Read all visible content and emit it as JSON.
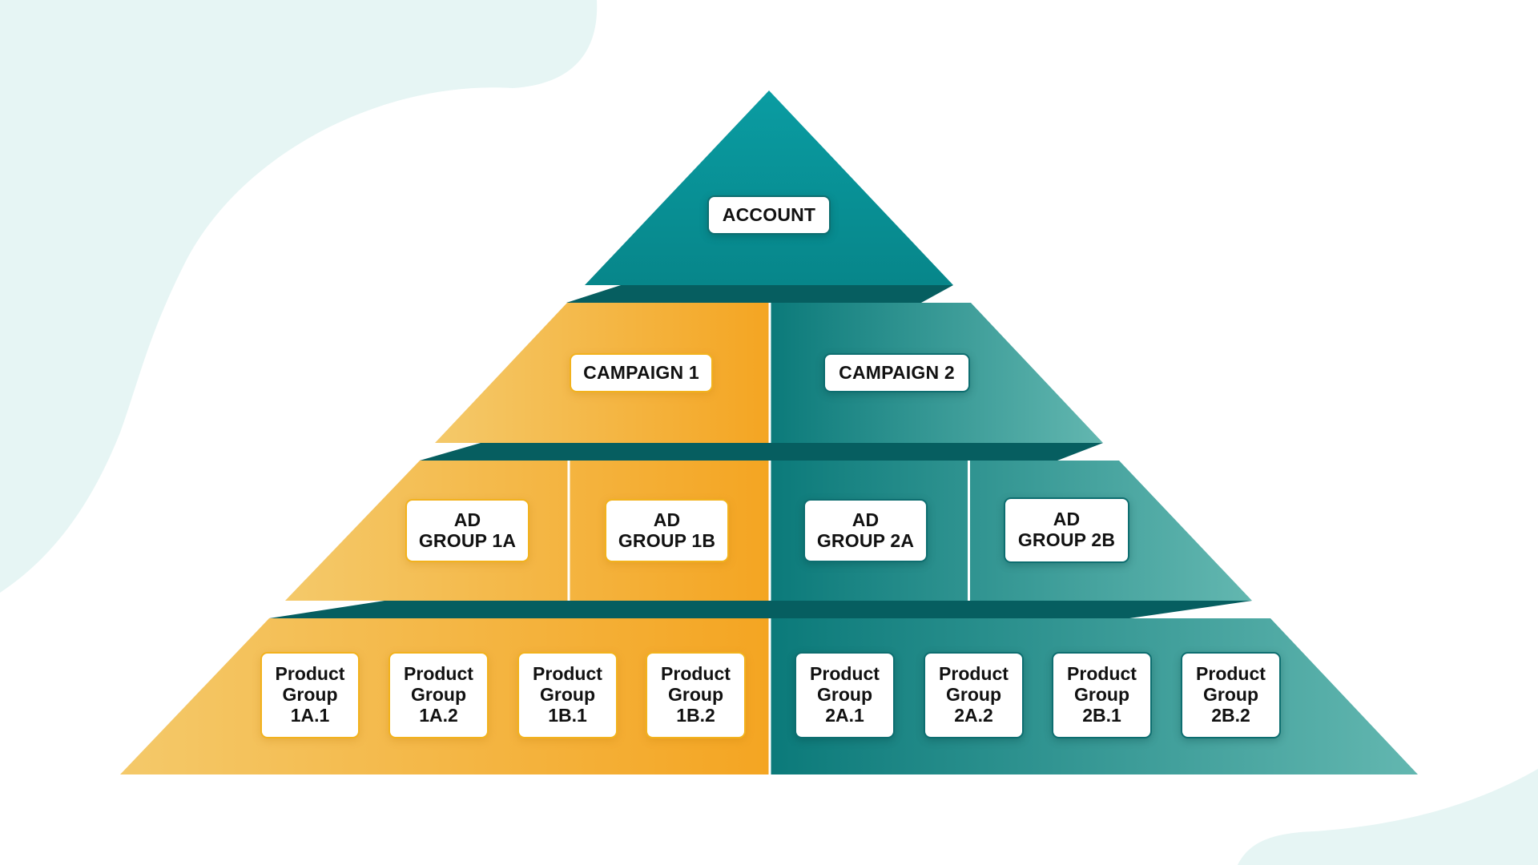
{
  "diagram": {
    "type": "hierarchy-pyramid",
    "colors": {
      "background_blob": "#e6f5f4",
      "account": "#08929a",
      "separator": "#065e60",
      "campaign1_light": "#f4c96a",
      "campaign1_dark": "#f4a522",
      "campaign2_dark": "#0b7a7a",
      "campaign2_light": "#63b7b0"
    },
    "levels": {
      "account": {
        "lines": [
          "ACCOUNT"
        ]
      },
      "campaigns": [
        {
          "lines": [
            "CAMPAIGN 1"
          ],
          "theme": "gold"
        },
        {
          "lines": [
            "CAMPAIGN 2"
          ],
          "theme": "teal"
        }
      ],
      "ad_groups": [
        {
          "lines": [
            "AD",
            "GROUP 1A"
          ],
          "parent": "CAMPAIGN 1",
          "theme": "gold"
        },
        {
          "lines": [
            "AD",
            "GROUP 1B"
          ],
          "parent": "CAMPAIGN 1",
          "theme": "gold"
        },
        {
          "lines": [
            "AD",
            "GROUP 2A"
          ],
          "parent": "CAMPAIGN 2",
          "theme": "teal"
        },
        {
          "lines": [
            "AD",
            "GROUP 2B"
          ],
          "parent": "CAMPAIGN 2",
          "theme": "teal"
        }
      ],
      "product_groups": [
        {
          "lines": [
            "Product",
            "Group",
            "1A.1"
          ],
          "parent": "AD GROUP 1A",
          "theme": "gold"
        },
        {
          "lines": [
            "Product",
            "Group",
            "1A.2"
          ],
          "parent": "AD GROUP 1A",
          "theme": "gold"
        },
        {
          "lines": [
            "Product",
            "Group",
            "1B.1"
          ],
          "parent": "AD GROUP 1B",
          "theme": "gold"
        },
        {
          "lines": [
            "Product",
            "Group",
            "1B.2"
          ],
          "parent": "AD GROUP 1B",
          "theme": "gold"
        },
        {
          "lines": [
            "Product",
            "Group",
            "2A.1"
          ],
          "parent": "AD GROUP 2A",
          "theme": "teal"
        },
        {
          "lines": [
            "Product",
            "Group",
            "2A.2"
          ],
          "parent": "AD GROUP 2A",
          "theme": "teal"
        },
        {
          "lines": [
            "Product",
            "Group",
            "2B.1"
          ],
          "parent": "AD GROUP 2B",
          "theme": "teal"
        },
        {
          "lines": [
            "Product",
            "Group",
            "2B.2"
          ],
          "parent": "AD GROUP 2B",
          "theme": "teal"
        }
      ]
    }
  }
}
